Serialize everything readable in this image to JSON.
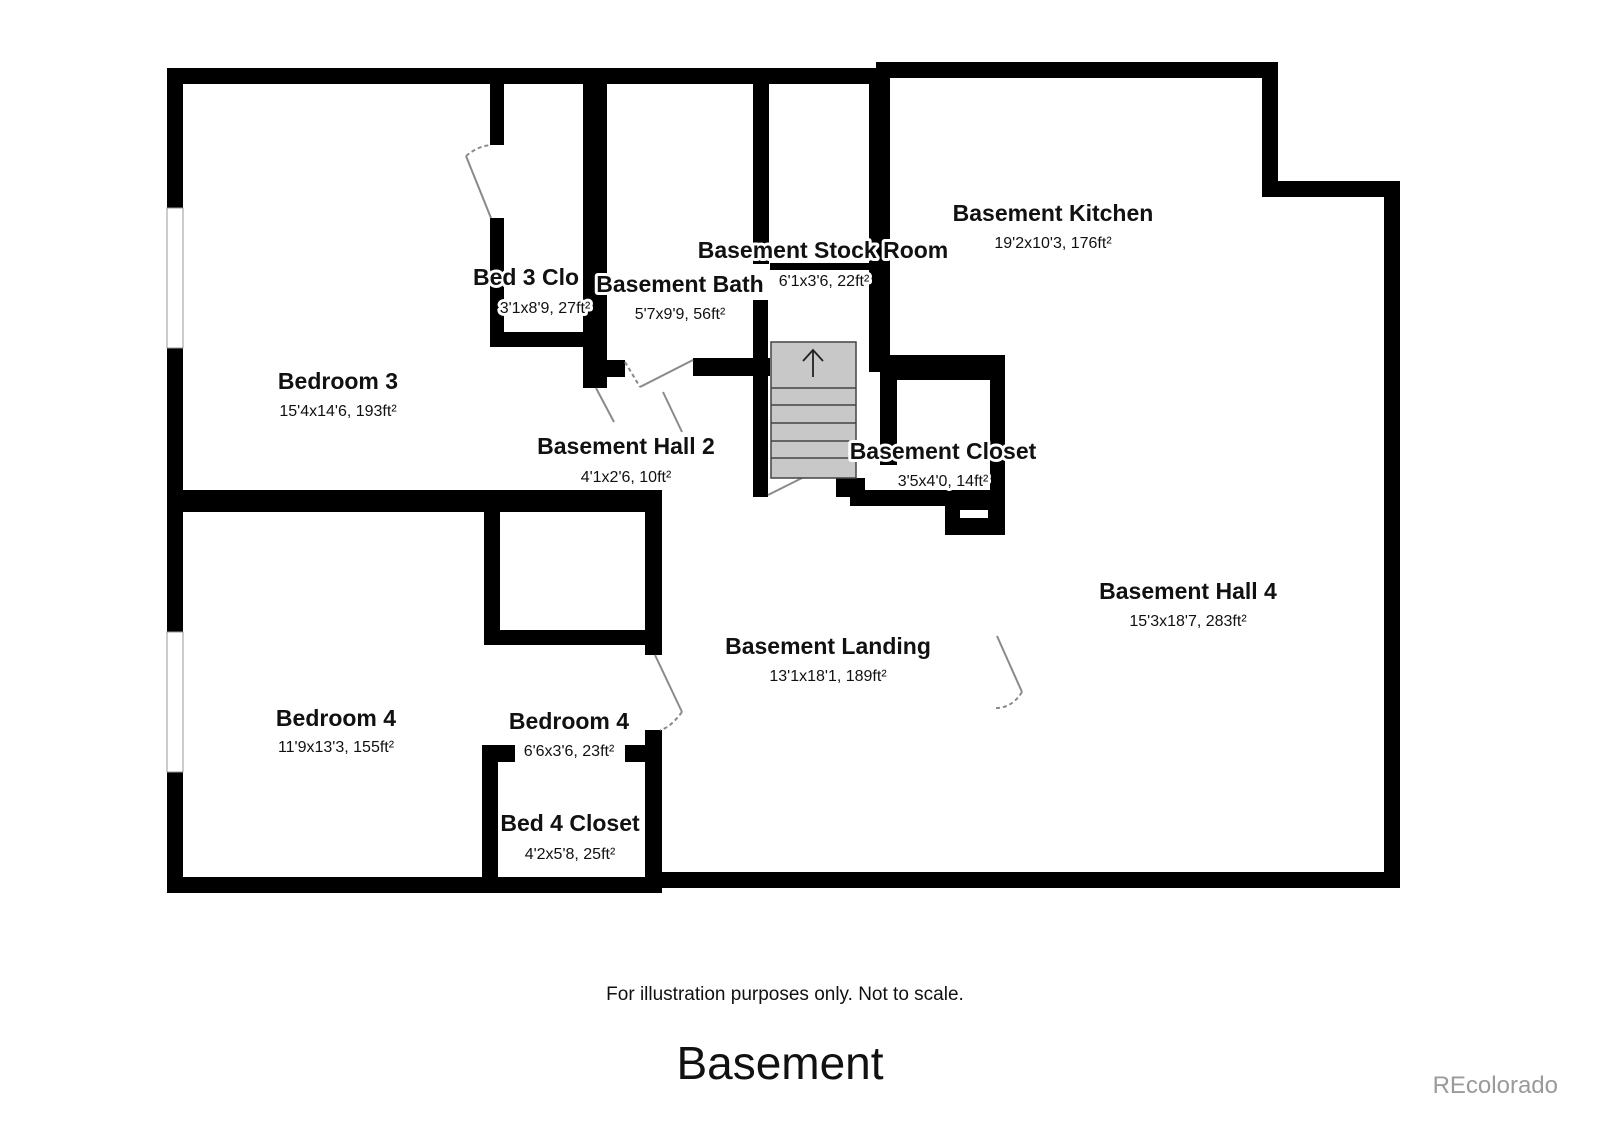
{
  "rooms": [
    {
      "name": "Bedroom 3",
      "dims": "15'4x14'6, 193ft²"
    },
    {
      "name": "Bed 3 Clo",
      "dims": "3'1x8'9, 27ft²"
    },
    {
      "name": "Basement Bath",
      "dims": "5'7x9'9, 56ft²"
    },
    {
      "name": "Basement Stock Room",
      "dims": "6'1x3'6, 22ft²"
    },
    {
      "name": "Basement Kitchen",
      "dims": "19'2x10'3, 176ft²"
    },
    {
      "name": "Basement Hall 2",
      "dims": "4'1x2'6, 10ft²"
    },
    {
      "name": "Basement Closet",
      "dims": "3'5x4'0, 14ft²"
    },
    {
      "name": "Basement Hall 4",
      "dims": "15'3x18'7, 283ft²"
    },
    {
      "name": "Basement Landing",
      "dims": "13'1x18'1, 189ft²"
    },
    {
      "name": "Bedroom 4",
      "dims": "11'9x13'3, 155ft²"
    },
    {
      "name": "Bedroom 4",
      "dims": "6'6x3'6, 23ft²"
    },
    {
      "name": "Bed 4 Closet",
      "dims": "4'2x5'8, 25ft²"
    }
  ],
  "disclaimer": "For illustration purposes only. Not to scale.",
  "floor_title": "Basement",
  "watermark": "REcolorado",
  "colors": {
    "wall": "#000000",
    "stairs": "#c8c8c8",
    "door": "#8a8a8a"
  }
}
